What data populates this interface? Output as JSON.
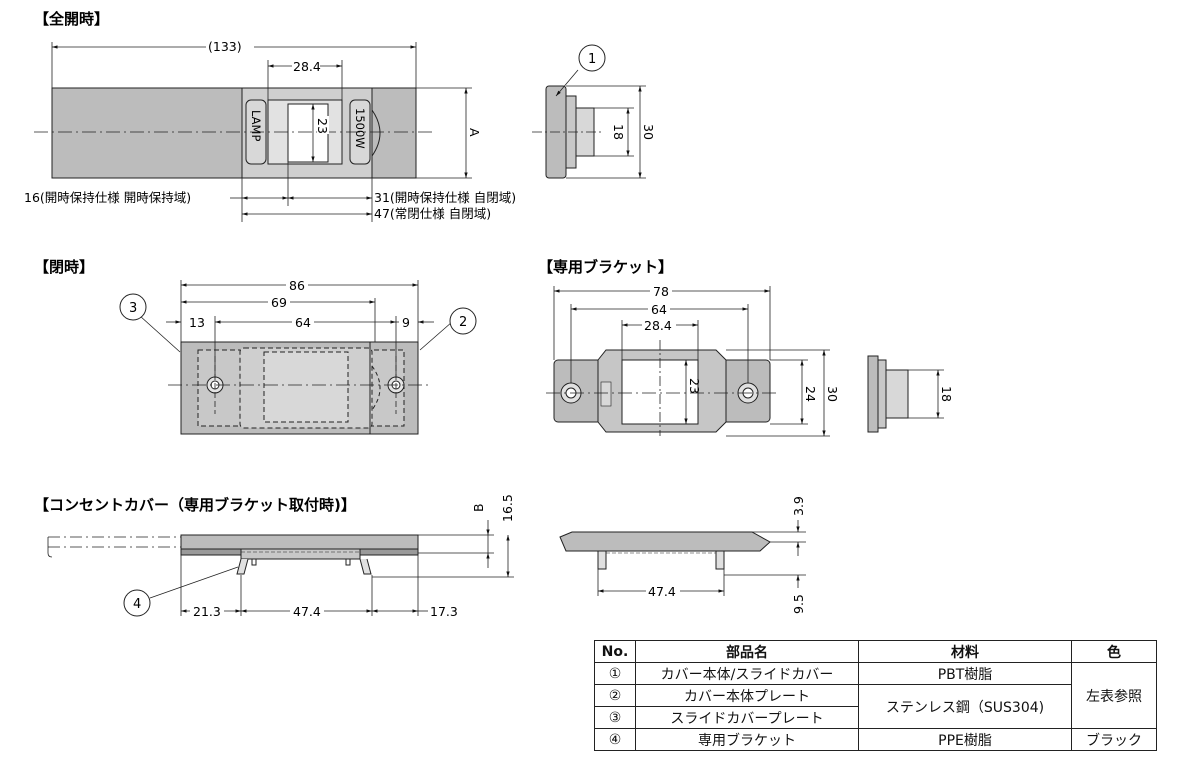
{
  "sections": {
    "full_open": "【全開時】",
    "closed": "【閉時】",
    "bracket": "【専用ブラケット】",
    "cover": "【コンセントカバー（専用ブラケット取付時)】"
  },
  "full_open": {
    "dim_133": "(133)",
    "dim_28_4": "28.4",
    "dim_23": "23",
    "dim_A": "A",
    "dim_18": "18",
    "dim_30": "30",
    "note_16": "16(開時保持仕様 開時保持域)",
    "note_31": "31(開時保持仕様 自閉域)",
    "note_47": "47(常閉仕様 自閉域)",
    "label_lamp": "LAMP",
    "label_1500w": "1500W"
  },
  "closed": {
    "dim_86": "86",
    "dim_69": "69",
    "dim_13": "13",
    "dim_64": "64",
    "dim_9": "9"
  },
  "bracket": {
    "dim_78": "78",
    "dim_64": "64",
    "dim_28_4": "28.4",
    "dim_23": "23",
    "dim_24": "24",
    "dim_30": "30",
    "dim_18": "18"
  },
  "cover": {
    "dim_B": "B",
    "dim_16_5": "16.5",
    "dim_21_3": "21.3",
    "dim_47_4": "47.4",
    "dim_17_3": "17.3",
    "dim_3_9": "3.9",
    "dim_9_5": "9.5",
    "dim_47_4b": "47.4"
  },
  "callouts": [
    "1",
    "2",
    "3",
    "4"
  ],
  "parts_table": {
    "headers": [
      "No.",
      "部品名",
      "材料",
      "色"
    ],
    "rows": [
      {
        "no": "①",
        "name": "カバー本体/スライドカバー",
        "material": "PBT樹脂"
      },
      {
        "no": "②",
        "name": "カバー本体プレート",
        "material": "ステンレス鋼（SUS304)"
      },
      {
        "no": "③",
        "name": "スライドカバープレート"
      },
      {
        "no": "④",
        "name": "専用ブラケット",
        "material": "PPE樹脂",
        "color": "ブラック"
      }
    ],
    "color_shared": "左表参照"
  }
}
